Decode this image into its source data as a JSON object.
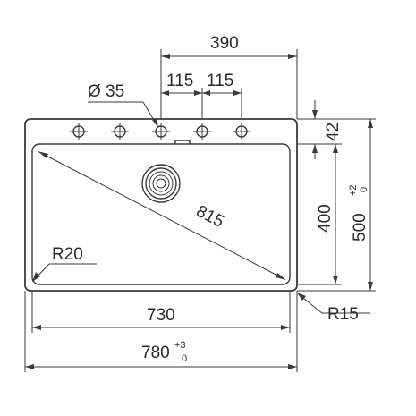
{
  "diagram": {
    "dimensions": {
      "top_width": "390",
      "hole_spacing_1": "115",
      "hole_spacing_2": "115",
      "hole_diameter": "Ø 35",
      "deck_depth": "42",
      "bowl_depth": "400",
      "overall_depth": "500",
      "overall_depth_tol_plus": "+2",
      "overall_depth_tol_minus": "0",
      "diagonal": "815",
      "inner_radius": "R20",
      "outer_radius": "R15",
      "bowl_width": "730",
      "overall_width": "780",
      "overall_width_tol_plus": "+3",
      "overall_width_tol_minus": "0"
    },
    "tap_holes_count": 5,
    "line_color": "#3a3a3a"
  }
}
